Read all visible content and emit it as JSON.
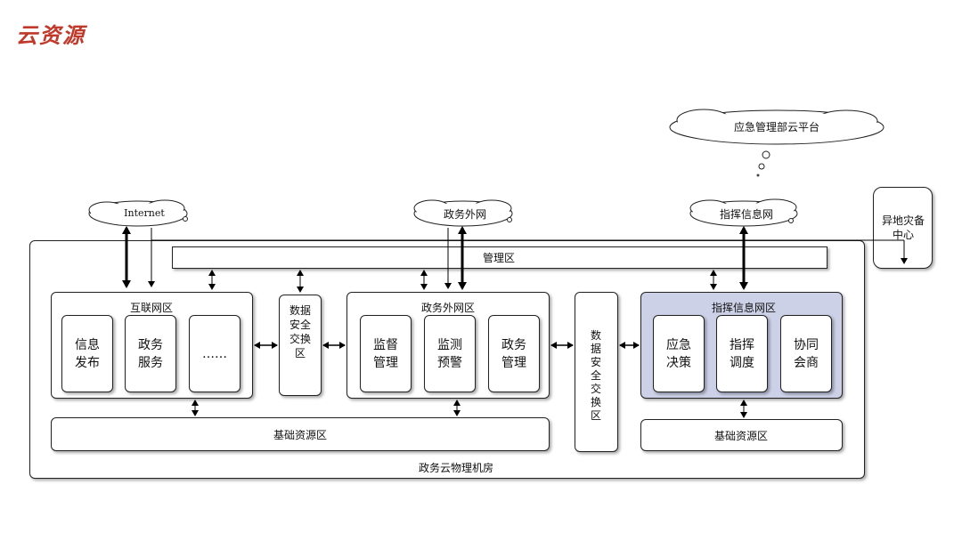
{
  "logo": "云资源",
  "clouds": {
    "emergency_platform": "应急管理部云平台",
    "internet": "Internet",
    "gov_external": "政务外网",
    "command_net": "指挥信息网"
  },
  "remote_backup": "异地灾备中心",
  "mgmt_zone": "管理区",
  "internet_zone": {
    "title": "互联网区",
    "items": [
      "信息发布",
      "政务服务",
      "……"
    ]
  },
  "exchange_left": "数据安全交换区",
  "gov_zone": {
    "title": "政务外网区",
    "items": [
      "监督管理",
      "监测预警",
      "政务管理"
    ]
  },
  "exchange_right": "数据安全交换区",
  "command_zone": {
    "title": "指挥信息网区",
    "items": [
      "应急决策",
      "指挥调度",
      "协同会商"
    ]
  },
  "base_left": "基础资源区",
  "base_right": "基础资源区",
  "datacenter": "政务云物理机房",
  "colors": {
    "command_fill": "#ccd1e8",
    "logo": "#c0392b"
  }
}
